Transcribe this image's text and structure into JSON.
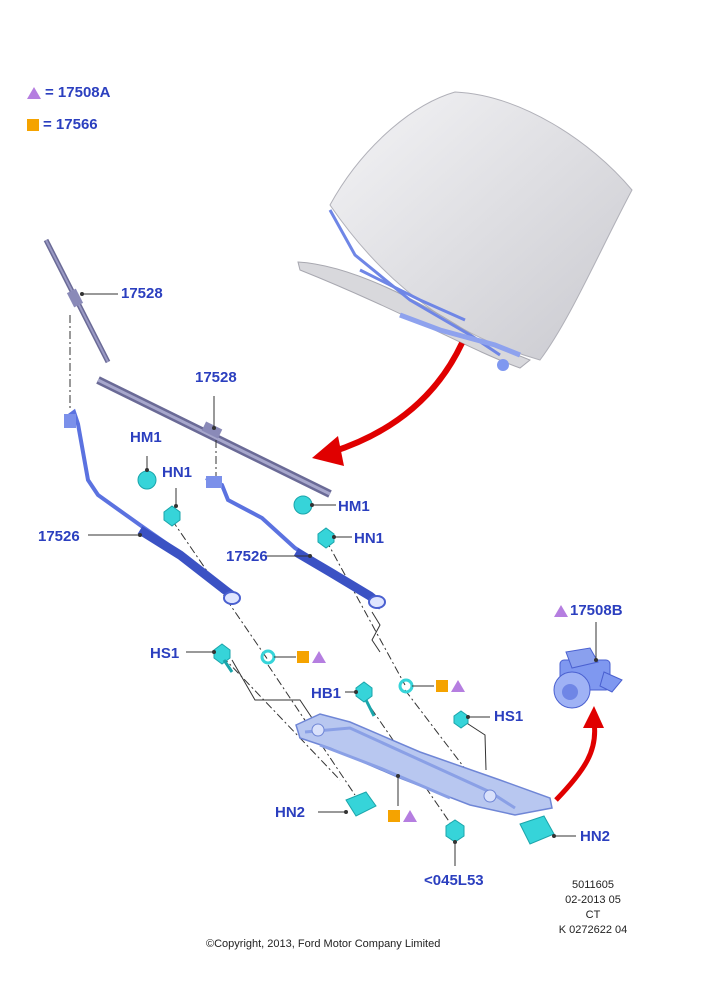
{
  "legend": [
    {
      "symbol": "triangle",
      "text": "= 17508A"
    },
    {
      "symbol": "square",
      "text": "= 17566"
    }
  ],
  "labels": {
    "blade_left": "17528",
    "blade_right": "17528",
    "hm1_left": "HM1",
    "hn1_left": "HN1",
    "hm1_right": "HM1",
    "hn1_right": "HN1",
    "arm_left": "17526",
    "arm_right": "17526",
    "motor": "17508B",
    "hs1_left": "HS1",
    "hs1_right": "HS1",
    "hb1": "HB1",
    "hn2_left": "HN2",
    "hn2_right": "HN2",
    "bolt": "<045L53"
  },
  "reference": [
    "5011605",
    "02-2013 05",
    "CT",
    "K 0272622 04"
  ],
  "copyright": "©Copyright, 2013, Ford Motor Company Limited",
  "colors": {
    "label": "#2b3fbf",
    "triangle": "#b57ee0",
    "square": "#f5a300",
    "arrow": "#e00000",
    "parts": "#6f86e6",
    "fasteners": "#36d4d9",
    "blade": "#7f7fa8"
  }
}
